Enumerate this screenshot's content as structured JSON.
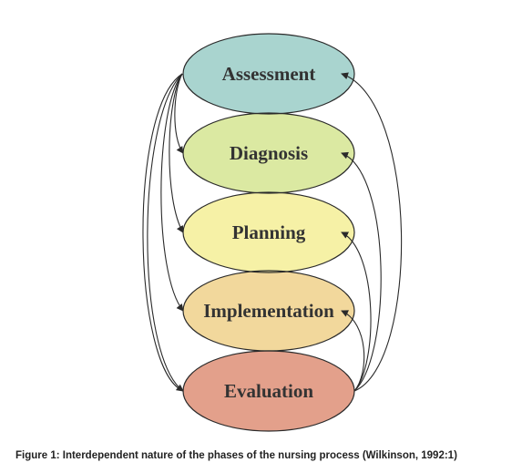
{
  "diagram": {
    "phases": [
      {
        "id": "assessment",
        "label": "Assessment",
        "fill": "#a9d4cf"
      },
      {
        "id": "diagnosis",
        "label": "Diagnosis",
        "fill": "#dbe9a2"
      },
      {
        "id": "planning",
        "label": "Planning",
        "fill": "#f6f1a6"
      },
      {
        "id": "implementation",
        "label": "Implementation",
        "fill": "#f2d89c"
      },
      {
        "id": "evaluation",
        "label": "Evaluation",
        "fill": "#e3a08b"
      }
    ],
    "overlap_colors": [
      "#c3dfb0",
      "#e4ed9e",
      "#efe29c",
      "#e19a6e"
    ],
    "line_color": "#2a2a2a"
  },
  "caption": "Figure 1: Interdependent nature of the phases of the nursing process (Wilkinson, 1992:1)"
}
